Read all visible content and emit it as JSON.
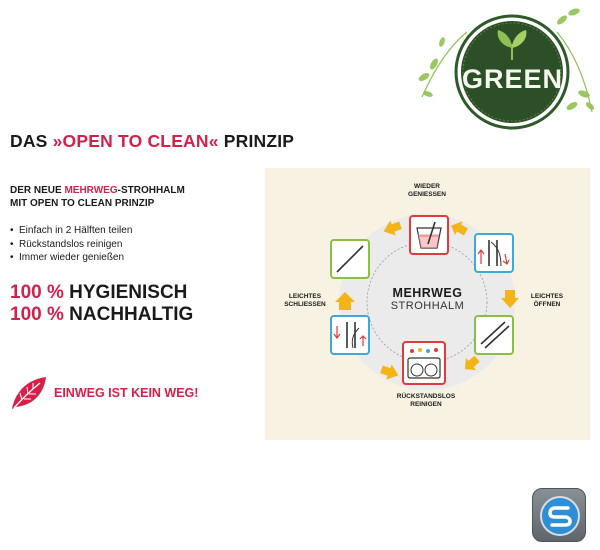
{
  "badge": {
    "text": "GREEN",
    "ring_color": "#2e5a2a",
    "leaf_color": "#7fb241"
  },
  "headline": {
    "prefix": "DAS ",
    "accent": "»OPEN TO CLEAN«",
    "suffix": " PRINZIP"
  },
  "intro": {
    "line1_prefix": "DER NEUE ",
    "line1_accent": "MEHRWEG",
    "line1_suffix": "-STROHHALM",
    "line2": "MIT OPEN TO CLEAN PRINZIP"
  },
  "bullets": [
    "Einfach in 2 Hälften teilen",
    "Rückstandslos reinigen",
    "Immer wieder genießen"
  ],
  "claims": [
    {
      "pct": "100 %",
      "text": " HYGIENISCH"
    },
    {
      "pct": "100 %",
      "text": " NACHHALTIG"
    }
  ],
  "slogan": {
    "text": "EINWEG IST KEIN WEG!",
    "icon": "leaf-icon"
  },
  "diagram": {
    "center_title": "MEHRWEG",
    "center_subtitle": "STROHHALM",
    "step_top": [
      "WIEDER",
      "GENIESSEN"
    ],
    "step_right": [
      "LEICHTES",
      "ÖFFNEN"
    ],
    "step_bottom": [
      "RÜCKSTANDSLOS",
      "REINIGEN"
    ],
    "step_left": [
      "LEICHTES",
      "SCHLIESSEN"
    ]
  },
  "colors": {
    "accent": "#d5204a",
    "arrow": "#f2b417",
    "box_red": "#e23a3a",
    "box_blue": "#3ea8d8",
    "box_green": "#8cbf3f"
  },
  "logo": {
    "icon": "brand-s-logo-icon"
  }
}
